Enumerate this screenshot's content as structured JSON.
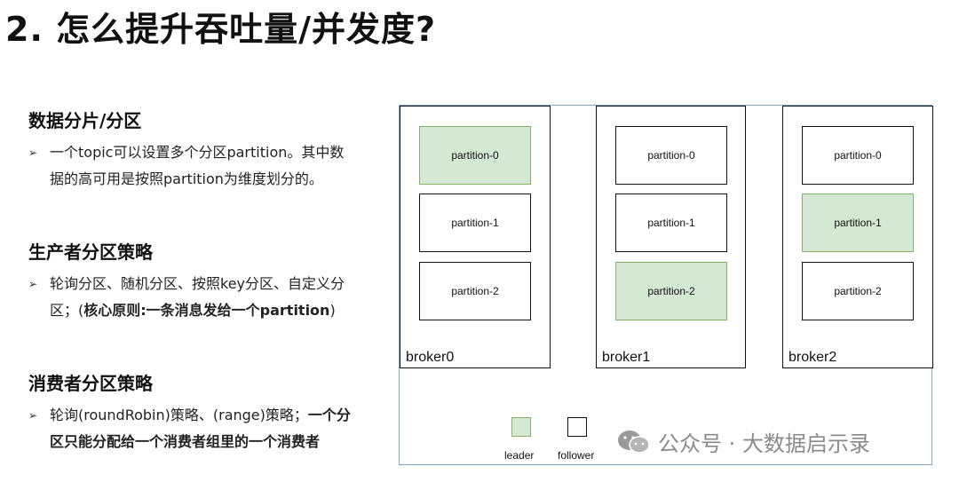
{
  "title": "2. 怎么提升吞吐量/并发度?",
  "sections": [
    {
      "title": "数据分片/分区",
      "lines": [
        "一个topic可以设置多个分区partition。其中数",
        "据的高可用是按照partition为维度划分的。"
      ]
    },
    {
      "title": "生产者分区策略",
      "line1": "轮询分区、随机分区、按照key分区、自定义分",
      "line2_prefix": "区；(",
      "line2_bold": "核心原则:一条消息发给一个partition",
      "line2_suffix": ")"
    },
    {
      "title": "消费者分区策略",
      "line1_normal": "轮询(roundRobin)策略、(range)策略；",
      "line1_bold": "一个分",
      "line2_bold": "区只能分配给一个消费者组里的一个消费者"
    }
  ],
  "brokers": [
    {
      "label": "broker0",
      "partitions": [
        {
          "name": "partition-0",
          "leader": true
        },
        {
          "name": "partition-1",
          "leader": false
        },
        {
          "name": "partition-2",
          "leader": false
        }
      ]
    },
    {
      "label": "broker1",
      "partitions": [
        {
          "name": "partition-0",
          "leader": false
        },
        {
          "name": "partition-1",
          "leader": false
        },
        {
          "name": "partition-2",
          "leader": true
        }
      ]
    },
    {
      "label": "broker2",
      "partitions": [
        {
          "name": "partition-0",
          "leader": false
        },
        {
          "name": "partition-1",
          "leader": true
        },
        {
          "name": "partition-2",
          "leader": false
        }
      ]
    }
  ],
  "legend": {
    "leader": "leader",
    "follower": "follower"
  },
  "colors": {
    "leader_fill": "#d5e8d4",
    "leader_border": "#82b366"
  },
  "watermark": "公众号 · 大数据启示录",
  "icons": {
    "bullet": "arrow-bullet-icon",
    "watermark": "wechat-icon"
  }
}
